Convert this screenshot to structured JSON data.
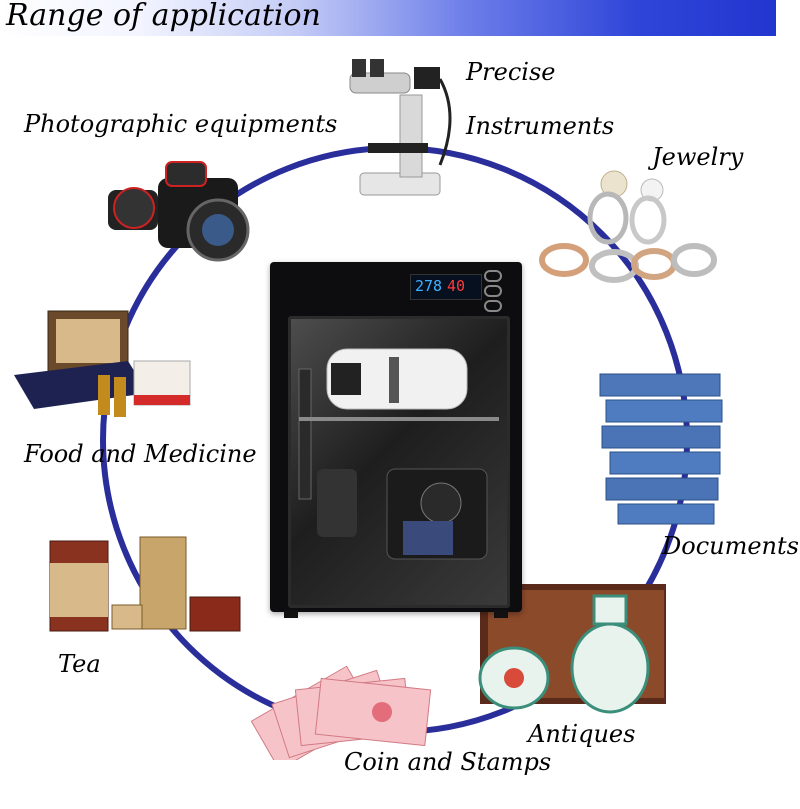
{
  "header": {
    "title": "Range of application"
  },
  "categories": [
    {
      "key": "precise",
      "label": "Precise"
    },
    {
      "key": "instruments",
      "label": "Instruments"
    },
    {
      "key": "photographic",
      "label": "Photographic equipments"
    },
    {
      "key": "jewelry",
      "label": "Jewelry"
    },
    {
      "key": "food",
      "label": "Food and Medicine"
    },
    {
      "key": "documents",
      "label": "Documents"
    },
    {
      "key": "tea",
      "label": "Tea"
    },
    {
      "key": "antiques",
      "label": "Antiques"
    },
    {
      "key": "coin",
      "label": "Coin and Stamps"
    }
  ],
  "cabinet": {
    "display_left": "278",
    "display_right": "40"
  },
  "colors": {
    "ring": "#2a2e9a",
    "banner": "#2236cf"
  }
}
